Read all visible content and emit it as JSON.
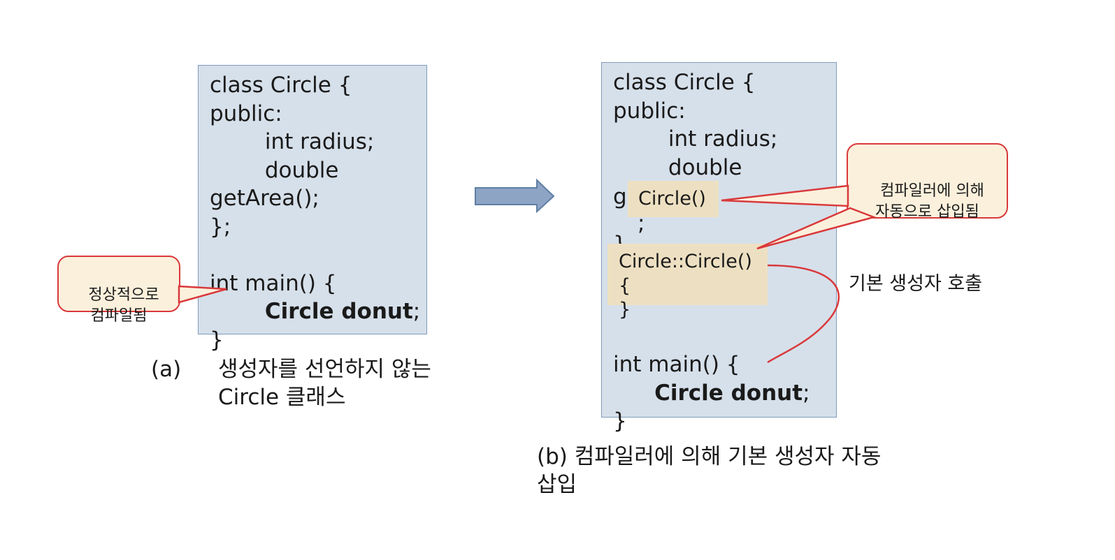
{
  "panel_a": {
    "code_lines": [
      "class Circle {",
      "public:",
      "        int radius;",
      "        double",
      "getArea();",
      "};",
      "",
      "int main() {",
      "        ",
      "}"
    ],
    "bold_line": "Circle donut",
    "bold_semicolon": ";",
    "callout": "정상적으로\n컴파일됨",
    "caption_label": "(a)",
    "caption_line1": "생성자를 선언하지 않는",
    "caption_line2": "Circle 클래스"
  },
  "panel_b": {
    "code_top": [
      "class Circle {",
      "public:",
      "        int radius;",
      "        double"
    ],
    "code_g": "g",
    "code_semicolon_mid": ";",
    "code_close_brace": "}",
    "inserted_decl": "Circle()",
    "inserted_def_line1": "Circle::Circle()",
    "inserted_def_line2": "{",
    "inserted_def_line3": "}",
    "code_main": "int main() {",
    "bold_line": "Circle donut",
    "bold_semicolon": ";",
    "code_end": "}",
    "callout": "컴파일러에 의해\n자동으로 삽입됨",
    "side_label": "기본 생성자 호출",
    "caption_line1": "(b) 컴파일러에 의해 기본 생성자 자동",
    "caption_line2": "삽입"
  },
  "colors": {
    "code_box_fill": "#d6e0ea",
    "code_box_border": "#7f9bbd",
    "callout_border": "#d9393b",
    "callout_fill": "#fbf0dc",
    "inserted_fill": "#ede0c2",
    "arrow_fill": "#8ea4c4"
  }
}
